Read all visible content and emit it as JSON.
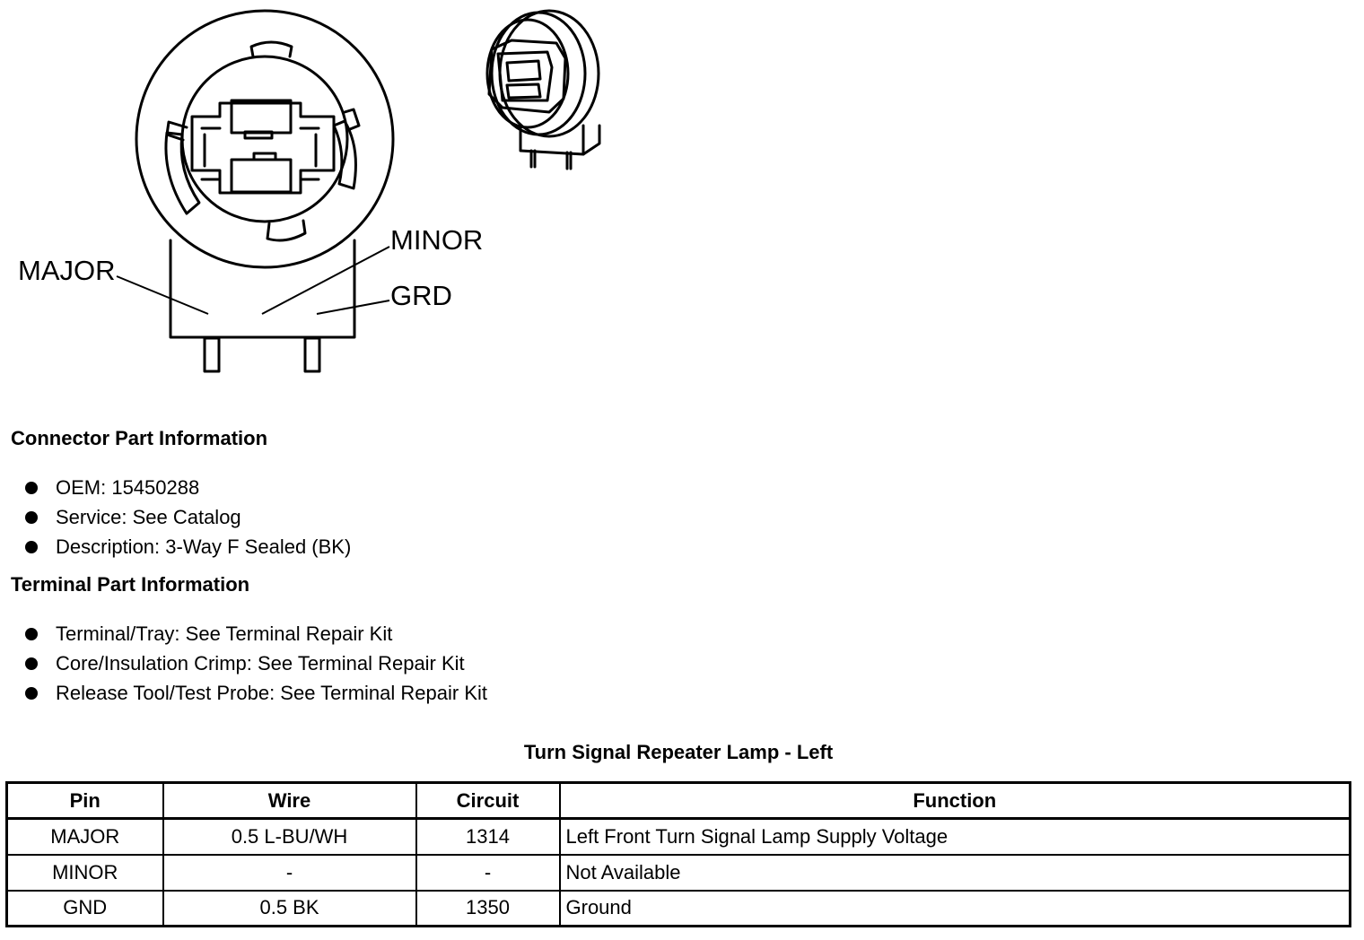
{
  "diagram": {
    "labels": {
      "major": "MAJOR",
      "minor": "MINOR",
      "grd": "GRD"
    }
  },
  "connector_info": {
    "title": "Connector Part Information",
    "items": [
      "OEM: 15450288",
      "Service: See Catalog",
      "Description: 3-Way F Sealed (BK)"
    ]
  },
  "terminal_info": {
    "title": "Terminal Part Information",
    "items": [
      "Terminal/Tray: See Terminal Repair Kit",
      "Core/Insulation Crimp: See Terminal Repair Kit",
      "Release Tool/Test Probe: See Terminal Repair Kit"
    ]
  },
  "table": {
    "title": "Turn Signal Repeater Lamp - Left",
    "headers": [
      "Pin",
      "Wire",
      "Circuit",
      "Function"
    ],
    "rows": [
      [
        "MAJOR",
        "0.5 L-BU/WH",
        "1314",
        "Left Front Turn Signal Lamp Supply Voltage"
      ],
      [
        "MINOR",
        "-",
        "-",
        "Not Available"
      ],
      [
        "GND",
        "0.5 BK",
        "1350",
        "Ground"
      ]
    ]
  }
}
